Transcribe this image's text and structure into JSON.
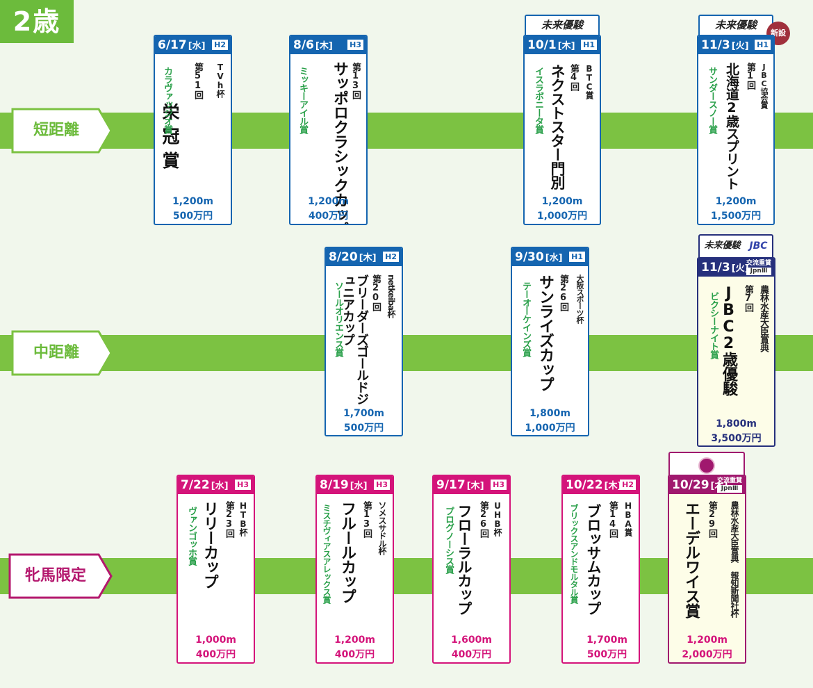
{
  "age_label": "2歳",
  "categories": {
    "short": "短距離",
    "middle": "中距離",
    "filly": "牝馬限定"
  },
  "colors": {
    "green": "#7cc242",
    "blue": "#1565b0",
    "navy": "#26307c",
    "magenta": "#d4147a",
    "purple": "#a0186e",
    "award_green": "#2aa04a"
  },
  "mirai_badge": "未来優駿",
  "jbc_badge": "JBC",
  "new_badge": "新設",
  "jpn_top": "交流重賞",
  "races": [
    {
      "date": "6/17",
      "dow": "[水]",
      "grade": "H2",
      "sponsor": "TVh杯",
      "edition": "第51回",
      "name": "栄冠賞",
      "award": "カラヴァッジオ賞",
      "distance": "1,200m",
      "prize": "500万円"
    },
    {
      "date": "8/6",
      "dow": "[木]",
      "grade": "H3",
      "sponsor": "",
      "edition": "第13回",
      "name": "サッポロクラシックカップ",
      "award": "ミッキーアイル賞",
      "distance": "1,200m",
      "prize": "400万円"
    },
    {
      "date": "10/1",
      "dow": "[木]",
      "grade": "H1",
      "sponsor": "BTC賞",
      "edition": "第4回",
      "name": "ネクストスター門別",
      "award": "イスラボニータ賞",
      "distance": "1,200m",
      "prize": "1,000万円"
    },
    {
      "date": "11/3",
      "dow": "[火]",
      "grade": "H1",
      "sponsor": "JBC協会賞",
      "edition": "第1回",
      "name": "北海道2歳スプリント",
      "award": "サンダースノー賞",
      "distance": "1,200m",
      "prize": "1,500万円"
    },
    {
      "date": "8/20",
      "dow": "[木]",
      "grade": "H2",
      "sponsor": "netkeiba杯",
      "edition": "第20回",
      "name": "ブリーダーズゴールドジュニアカップ",
      "award": "ソールオリエンス賞",
      "distance": "1,700m",
      "prize": "500万円"
    },
    {
      "date": "9/30",
      "dow": "[水]",
      "grade": "H1",
      "sponsor": "大阪スポーツ杯",
      "edition": "第26回",
      "name": "サンライズカップ",
      "award": "テーオーケインズ賞",
      "distance": "1,800m",
      "prize": "1,000万円"
    },
    {
      "date": "11/3",
      "dow": "[火]",
      "grade": "JpnⅢ",
      "sponsor": "農林水産大臣賞典",
      "edition": "第7回",
      "name": "JBC2歳優駿",
      "award": "ビクシーナイト賞",
      "distance": "1,800m",
      "prize": "3,500万円"
    },
    {
      "date": "7/22",
      "dow": "[水]",
      "grade": "H3",
      "sponsor": "HTB杯",
      "edition": "第23回",
      "name": "リリーカップ",
      "award": "ヴァンゴッホ賞",
      "distance": "1,000m",
      "prize": "400万円"
    },
    {
      "date": "8/19",
      "dow": "[水]",
      "grade": "H3",
      "sponsor": "ソメスサドル杯",
      "edition": "第13回",
      "name": "フルールカップ",
      "award": "ミスチヴィアスアレックス賞",
      "distance": "1,200m",
      "prize": "400万円"
    },
    {
      "date": "9/17",
      "dow": "[木]",
      "grade": "H3",
      "sponsor": "UHB杯",
      "edition": "第26回",
      "name": "フローラルカップ",
      "award": "プログノーシス賞",
      "distance": "1,600m",
      "prize": "400万円"
    },
    {
      "date": "10/22",
      "dow": "[木]",
      "grade": "H2",
      "sponsor": "HBA賞",
      "edition": "第14回",
      "name": "ブロッサムカップ",
      "award": "ブリックスアンドモルタル賞",
      "distance": "1,700m",
      "prize": "500万円"
    },
    {
      "date": "10/29",
      "dow": "[木]",
      "grade": "JpnⅢ",
      "sponsor": "農林水産大臣賞典 報知新聞社杯",
      "edition": "第29回",
      "name": "エーデルワイス賞",
      "award": "",
      "distance": "1,200m",
      "prize": "2,000万円"
    }
  ]
}
